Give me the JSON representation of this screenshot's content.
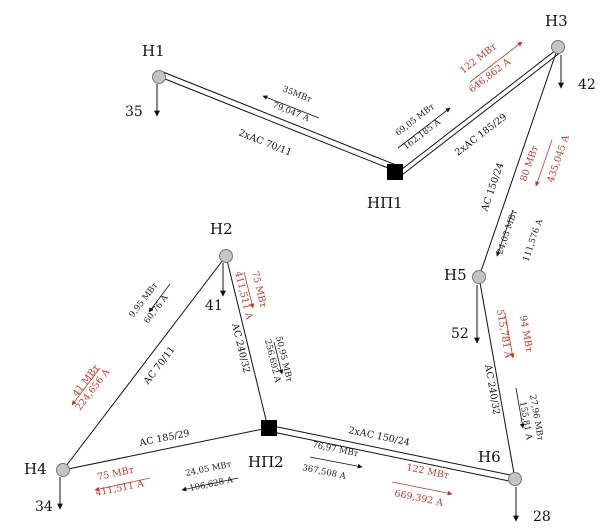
{
  "nodes": {
    "H1": {
      "label": "H1",
      "load": "35"
    },
    "H2": {
      "label": "H2",
      "load": "41"
    },
    "H3": {
      "label": "H3",
      "load": "42"
    },
    "H4": {
      "label": "H4",
      "load": "34"
    },
    "H5": {
      "label": "H5",
      "load": "52"
    },
    "H6": {
      "label": "H6",
      "load": "28"
    },
    "NP1": {
      "label": "НП1"
    },
    "NP2": {
      "label": "НП2"
    }
  },
  "lines": {
    "h1_np1": {
      "label": "2хАС 70/11",
      "flow_power": "35МВт",
      "flow_current": "79,047 А"
    },
    "np1_h3": {
      "label": "2хАС 185/29",
      "flow_power": "69,05 МВт",
      "flow_current": "162,185 А",
      "outage_power": "122 МВт",
      "outage_current": "646,862 А"
    },
    "h3_h5": {
      "label": "АС 150/24",
      "flow_power": "24,03 МВт",
      "flow_current": "111,576 А",
      "outage_power": "80 МВт",
      "outage_current": "435,045 А"
    },
    "h2_h4": {
      "label": "АС 70/11",
      "flow_power": "9,95 МВт",
      "flow_current": "60,76 А",
      "outage_power": "41 МВт",
      "outage_current": "224,656 А"
    },
    "h2_np2": {
      "label": "АС 240/32",
      "flow_power": "50,95 МВт",
      "flow_current": "256,692 А",
      "outage_power": "75 МВт",
      "outage_current": "411,511 А"
    },
    "h4_np2": {
      "label": "АС 185/29",
      "flow_power": "24,05 МВт",
      "flow_current": "106,628 А",
      "outage_power": "75 МВт",
      "outage_current": "411,511 А"
    },
    "np2_h6": {
      "label": "2хАС 150/24",
      "flow_power": "76,97 МВт",
      "flow_current": "367,508 А",
      "outage_power": "122 МВт",
      "outage_current": "669,392 А"
    },
    "h5_h6": {
      "label": "АС 240/32",
      "flow_power": "27,96 МВт",
      "flow_current": "155,81 А",
      "outage_power": "94 МВт",
      "outage_current": "515,781 А"
    }
  }
}
